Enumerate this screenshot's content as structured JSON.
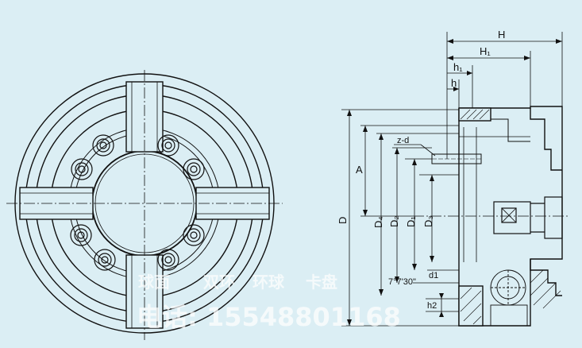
{
  "colors": {
    "background": "#dbeef4",
    "line": "#111111",
    "watermark": "#ffffff"
  },
  "labels": {
    "H": "H",
    "H1": "H₁",
    "h1": "h₁",
    "h": "h",
    "zd": "z-d",
    "A": "A",
    "D": "D",
    "D4": "D₄",
    "D2": "D₂",
    "D1": "D₁",
    "D3": "D₃",
    "angle": "7°7'30\"",
    "d1": "d1",
    "h2": "h2"
  },
  "watermark": {
    "line1": "电话: 15548801168",
    "line2_a": "球面",
    "line2_b": "双环",
    "line2_c": "环球",
    "line2_d": "卡盘"
  }
}
